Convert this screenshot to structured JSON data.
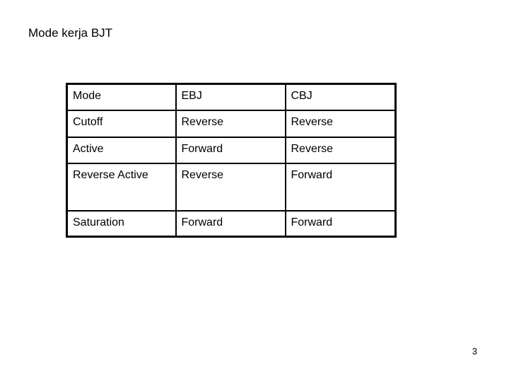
{
  "slide": {
    "title": "Mode kerja BJT",
    "page_number": "3"
  },
  "table": {
    "headers": [
      "Mode",
      "EBJ",
      "CBJ"
    ],
    "rows": [
      [
        "Cutoff",
        "Reverse",
        "Reverse"
      ],
      [
        "Active",
        "Forward",
        "Reverse"
      ],
      [
        "Reverse Active",
        "Reverse",
        "Forward"
      ],
      [
        "Saturation",
        "Forward",
        "Forward"
      ]
    ]
  },
  "colors": {
    "background": "#ffffff",
    "text": "#000000",
    "table_border": "#000000"
  }
}
